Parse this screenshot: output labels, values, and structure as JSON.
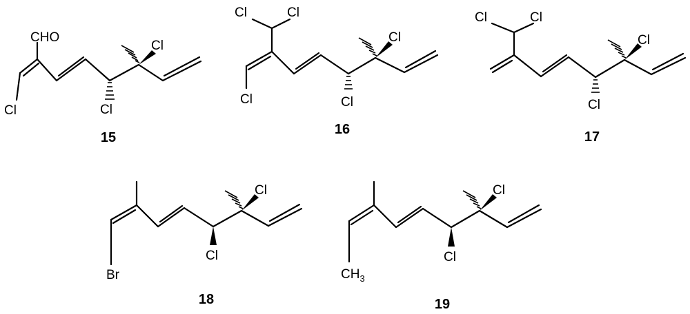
{
  "figure": {
    "compounds": [
      {
        "id": "15",
        "atoms": {
          "aldehyde": "CHO",
          "vinyl_cl": "Cl",
          "quat_cl": "Cl",
          "sec_cl": "Cl"
        }
      },
      {
        "id": "16",
        "atoms": {
          "cl_a": "Cl",
          "cl_b": "Cl",
          "vinyl_cl": "Cl",
          "quat_cl": "Cl",
          "sec_cl": "Cl"
        }
      },
      {
        "id": "17",
        "atoms": {
          "cl_a": "Cl",
          "cl_b": "Cl",
          "quat_cl": "Cl",
          "sec_cl": "Cl"
        }
      },
      {
        "id": "18",
        "atoms": {
          "vinyl_br": "Br",
          "quat_cl": "Cl",
          "sec_cl": "Cl"
        }
      },
      {
        "id": "19",
        "atoms": {
          "methyl_c": "CH",
          "methyl_sub": "3",
          "quat_cl": "Cl",
          "sec_cl": "Cl"
        }
      }
    ]
  }
}
